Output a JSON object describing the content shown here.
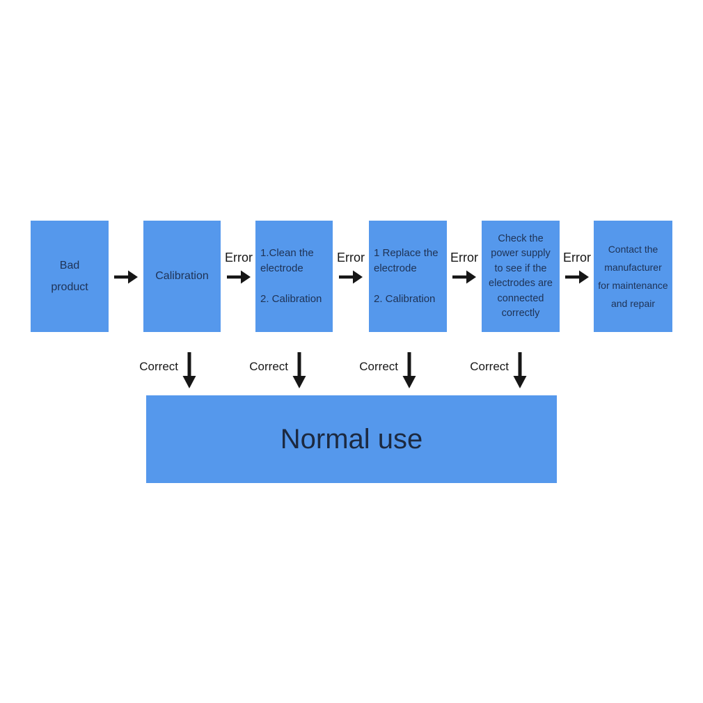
{
  "colors": {
    "box_fill": "#5598ec",
    "box_text": "#1e3255",
    "label_text": "#161616",
    "arrow": "#161616",
    "normal_use_text": "#1c2940",
    "background": "#ffffff"
  },
  "flow": {
    "boxes": [
      {
        "name": "bad-product",
        "lines": [
          "Bad",
          "product"
        ]
      },
      {
        "name": "calibration",
        "lines": [
          "Calibration"
        ]
      },
      {
        "name": "clean-electrode",
        "lines": [
          "1.Clean the",
          "electrode",
          "",
          "2. Calibration"
        ]
      },
      {
        "name": "replace-electrode",
        "lines": [
          "1 Replace the",
          "electrode",
          "",
          "2. Calibration"
        ]
      },
      {
        "name": "check-power-supply",
        "lines": [
          "Check the",
          "power supply",
          "to see if the",
          "electrodes are",
          "connected",
          "correctly"
        ]
      },
      {
        "name": "contact-manufacturer",
        "lines": [
          "Contact the",
          "manufacturer",
          "for maintenance",
          "and repair"
        ]
      }
    ],
    "error_labels": [
      "Error",
      "Error",
      "Error",
      "Error"
    ],
    "correct_labels": [
      "Correct",
      "Correct",
      "Correct",
      "Correct"
    ],
    "normal_use": "Normal use"
  }
}
